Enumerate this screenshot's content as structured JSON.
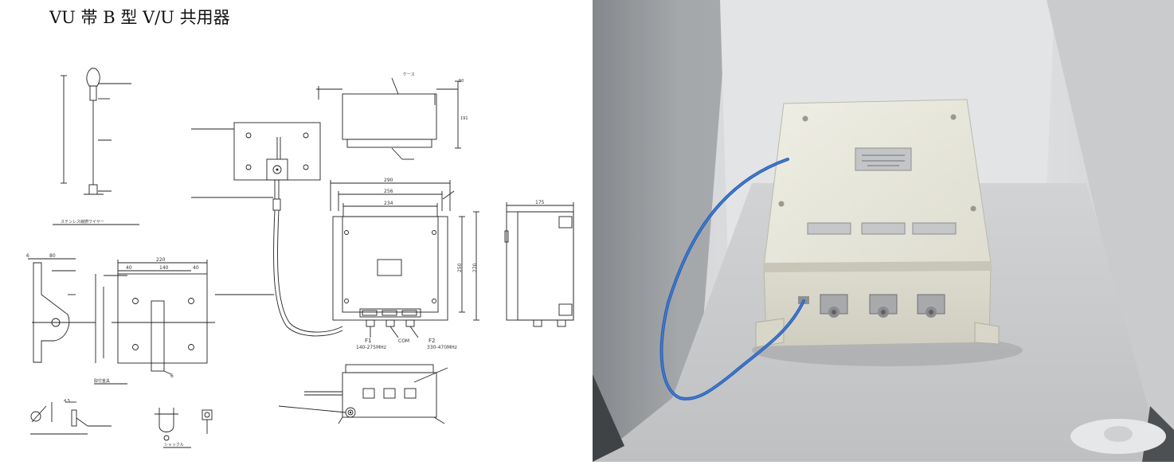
{
  "title": "VU 帯 B 型 V/U 共用器",
  "drawing": {
    "dim_290": "290",
    "dim_256": "256",
    "dim_234": "234",
    "dim_250": "250",
    "dim_270": "270",
    "dim_175": "175",
    "dim_50": "50",
    "dim_191": "191",
    "dim_220": "220",
    "dim_140": "140",
    "dim_40a": "40",
    "dim_40b": "40",
    "dim_80": "80",
    "dim_6a": "6",
    "dim_6b": "6",
    "dim_4_5": "4.5",
    "port_f1": "F1",
    "port_f1_freq": "140-275MHz",
    "port_com": "COM",
    "port_f2": "F2",
    "port_f2_freq": "330-470MHz",
    "label_stainless_wire": "ステンレス線撚ワイヤー",
    "label_bracket": "取付金具",
    "label_shackle": "シャックル",
    "label_case": "ケース"
  },
  "photo": {
    "alt": "V/U diplexer unit photo"
  }
}
